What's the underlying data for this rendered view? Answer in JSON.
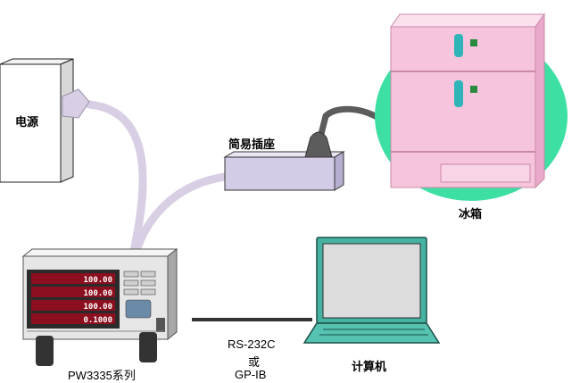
{
  "labels": {
    "power_source": "电源",
    "power_strip": "简易插座",
    "fridge": "冰箱",
    "computer": "计算机",
    "device": "PW3335系列",
    "interface_line1": "RS-232C",
    "interface_line2": "或",
    "interface_line3": "GP-IB"
  },
  "device_readings": [
    "100.00",
    "100.00",
    "100.00",
    "0.1000"
  ],
  "colors": {
    "cable": "#d8cfe4",
    "fridge_body": "#f6c4dd",
    "fridge_shadow": "#3ddfa3",
    "strip": "#d4cbe6",
    "plug": "#5c5c5c",
    "screen": "#dcdcdc",
    "laptop_frame": "#46b3a2",
    "display_bg": "#8b0f1e",
    "display_text": "#ffffff"
  }
}
